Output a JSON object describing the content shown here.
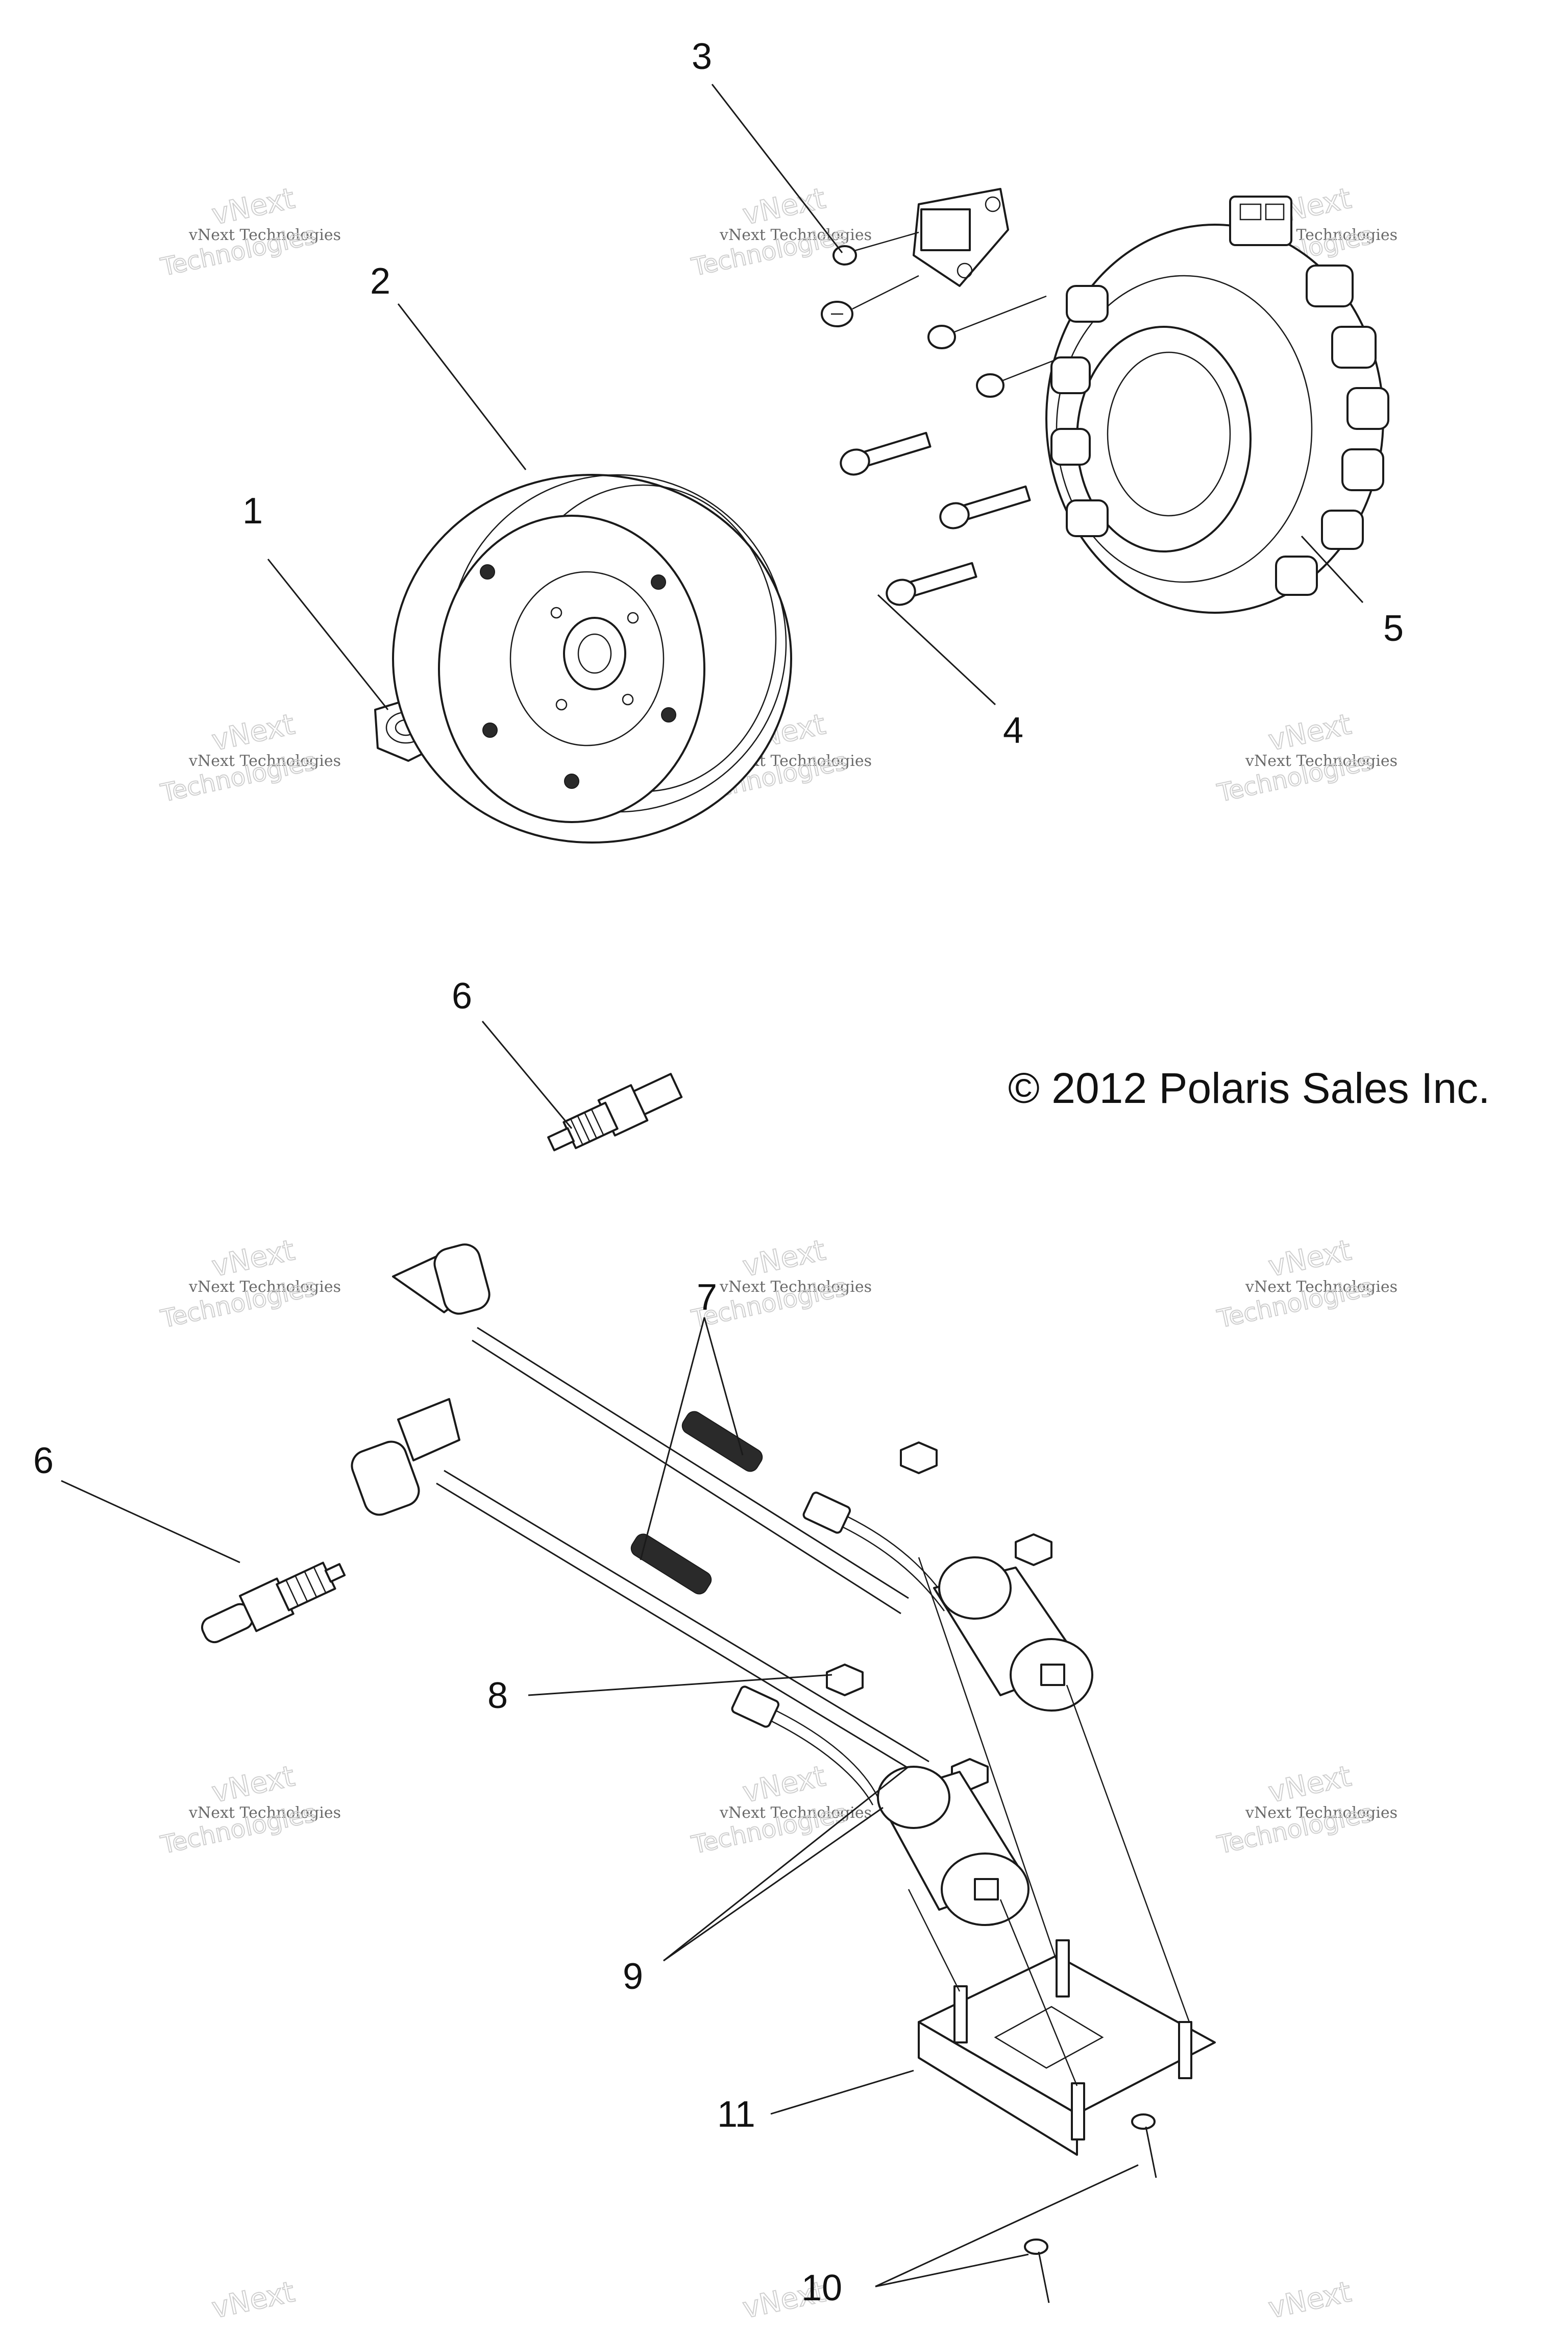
{
  "diagram": {
    "copyright": "© 2012 Polaris Sales Inc.",
    "watermark": {
      "line1": "vNext Technologies",
      "outline1": "vNext",
      "outline2": "Technologies"
    },
    "callouts": [
      "1",
      "2",
      "3",
      "4",
      "5",
      "6",
      "6",
      "7",
      "8",
      "9",
      "10",
      "11"
    ]
  }
}
